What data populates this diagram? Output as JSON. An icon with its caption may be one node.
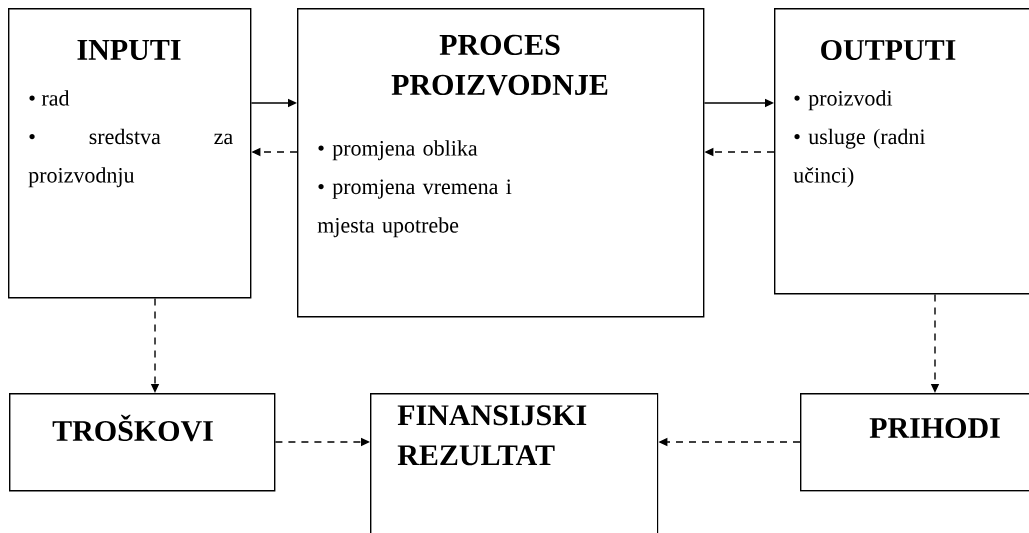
{
  "diagram": {
    "nodes": [
      {
        "text": [
          "INPUTI",
          "• rad",
          "• sredstva za proizvodnju"
        ]
      },
      {
        "text": [
          "PROCES PROIZVODNJE",
          "• promjena oblika",
          "• promjena vremena i mjesta upotrebe"
        ]
      },
      {
        "text": [
          "OUTPUTI",
          "• proizvodi",
          "• usluge (radni učinci)"
        ]
      },
      {
        "text": [
          "TROŠKOVI"
        ]
      },
      {
        "text": [
          "FINANSIJSKI REZULTAT"
        ]
      },
      {
        "text": [
          "PRIHODI"
        ]
      }
    ],
    "edges": [
      {
        "from": 0,
        "to": 1,
        "arrow": "to"
      },
      {
        "from": 1,
        "to": 0,
        "arrow": "to",
        "style": "dashed"
      },
      {
        "from": 1,
        "to": 2,
        "arrow": "to"
      },
      {
        "from": 2,
        "to": 1,
        "arrow": "to",
        "style": "dashed"
      },
      {
        "from": 0,
        "to": 3,
        "arrow": "to",
        "style": "dashed"
      },
      {
        "from": 2,
        "to": 5,
        "arrow": "to",
        "style": "dashed"
      },
      {
        "from": 3,
        "to": 4,
        "arrow": "to",
        "style": "dashed"
      },
      {
        "from": 5,
        "to": 4,
        "arrow": "to",
        "style": "dashed"
      }
    ]
  }
}
